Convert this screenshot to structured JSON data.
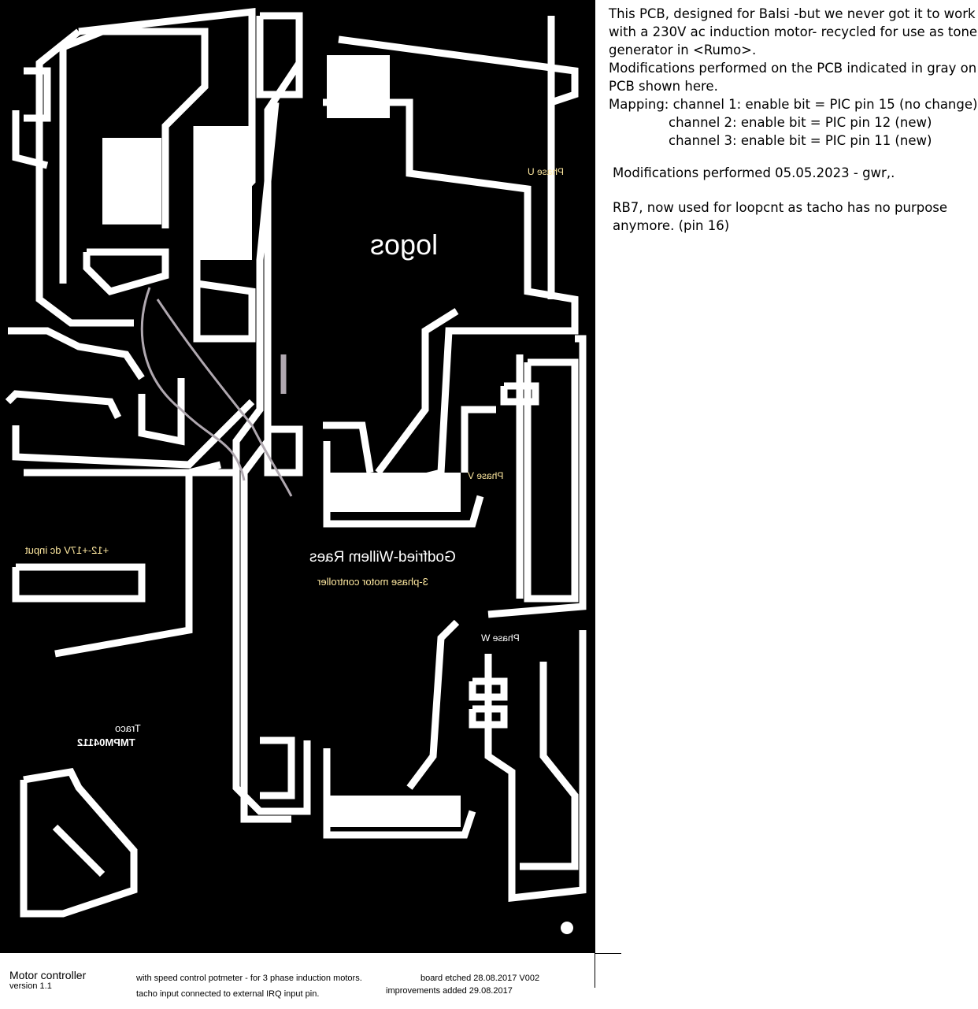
{
  "pcb": {
    "labels": {
      "phase_u": "Phase U",
      "phase_v": "Phase V",
      "phase_w": "Phase W",
      "dc_input": "+12-+17V dc input",
      "traco_1": "Traco",
      "traco_2": "TMPM04112",
      "logo": "logos",
      "author": "Godfried-Willem Raes",
      "subtitle": "3-phase motor controller"
    },
    "colors": {
      "board": "#000000",
      "copper": "#ffffff",
      "modification": "#b0a8b0",
      "label_yellow": "#ffe9a0"
    }
  },
  "notes": {
    "lines": [
      "This PCB, designed for Balsi -but we never got it to work",
      "with a 230V ac induction motor- recycled for use as tone",
      "generator in <Rumo>.",
      "Modifications performed on the PCB indicated in gray on the",
      "PCB shown here.",
      "Mapping: channel 1: enable bit = PIC pin 15 (no change)",
      "channel 2: enable bit = PIC pin 12 (new)",
      "channel 3: enable bit = PIC pin 11 (new)"
    ],
    "date_line": "Modifications performed 05.05.2023 - gwr,.",
    "rb7_1": "RB7, now used for loopcnt as tacho has no purpose",
    "rb7_2": "anymore.  (pin 16)"
  },
  "footer": {
    "title": "Motor controller",
    "version": "version 1.1",
    "desc1": "with speed control potmeter - for 3 phase induction motors.",
    "desc2": "tacho input connected to external IRQ input pin.",
    "etched": "board etched 28.08.2017   V002",
    "improved": "improvements added 29.08.2017"
  }
}
